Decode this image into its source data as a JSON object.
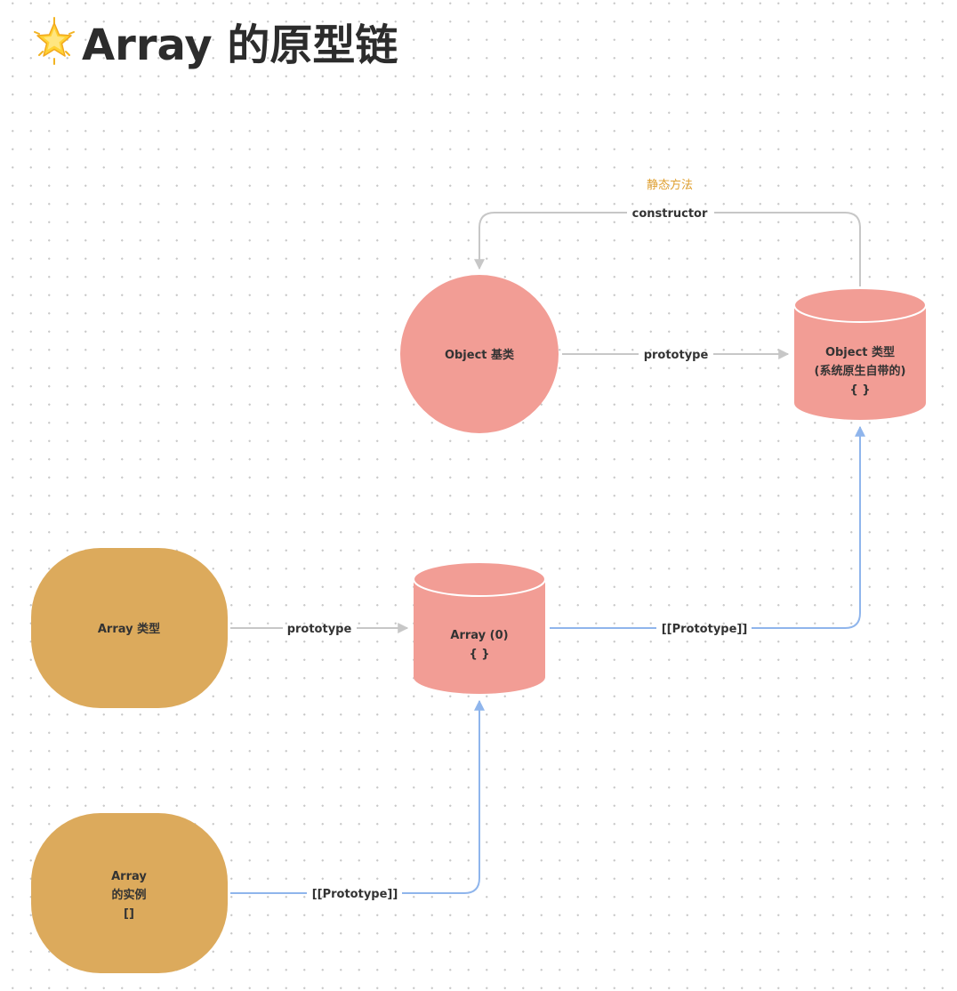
{
  "title": {
    "icon": "glowing-star-icon",
    "text": "Array 的原型链"
  },
  "colors": {
    "pink": "#f29d95",
    "gold": "#dcaa5c",
    "gray_edge": "#c7c7c7",
    "blue_edge": "#8fb5ec",
    "annotation": "#e0a030"
  },
  "nodes": {
    "object_base": {
      "shape": "circle",
      "lines": [
        "Object 基类"
      ]
    },
    "object_prototype": {
      "shape": "cylinder",
      "lines": [
        "Object 类型",
        "(系统原生自带的)",
        "{ }"
      ]
    },
    "array_type": {
      "shape": "rounded-rectangle",
      "lines": [
        "Array 类型"
      ]
    },
    "array_prototype": {
      "shape": "cylinder",
      "lines": [
        "Array (0)",
        "{ }"
      ]
    },
    "array_instance": {
      "shape": "rounded-rectangle",
      "lines": [
        "Array",
        "的实例",
        "[]"
      ]
    }
  },
  "edges": {
    "constructor": {
      "label": "constructor",
      "annotation": "静态方法"
    },
    "object_prototype": {
      "label": "prototype"
    },
    "array_prototype": {
      "label": "prototype"
    },
    "array_proto_chain": {
      "label": "[[Prototype]]"
    },
    "instance_proto_chain": {
      "label": "[[Prototype]]"
    }
  }
}
